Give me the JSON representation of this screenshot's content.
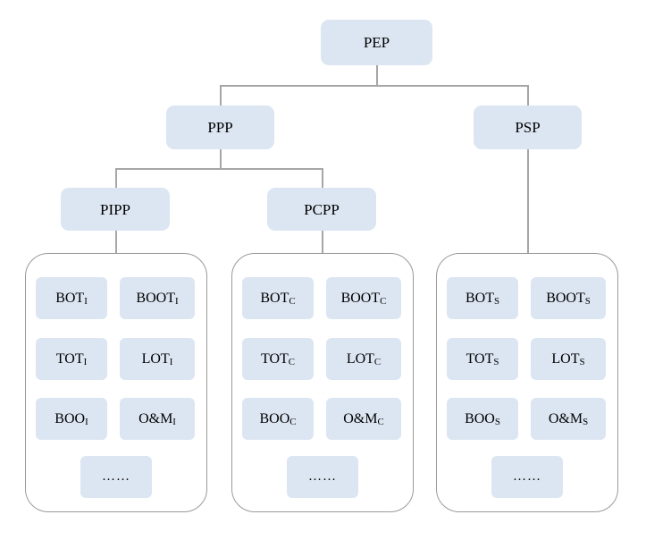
{
  "diagram": {
    "type": "hierarchy-tree",
    "colors": {
      "node_fill": "#dce6f2",
      "connector": "#a6a6a6",
      "group_border": "#9a9a9a",
      "background": "#ffffff",
      "text": "#000000"
    },
    "levels": {
      "root": {
        "label": "PEP"
      },
      "level2": [
        {
          "label": "PPP"
        },
        {
          "label": "PSP"
        }
      ],
      "level3": [
        {
          "label": "PIPP"
        },
        {
          "label": "PCPP"
        }
      ]
    },
    "groups": [
      {
        "parent": "PIPP",
        "subscript": "I",
        "items": [
          {
            "base": "BOT",
            "sub": "I"
          },
          {
            "base": "BOOT",
            "sub": "I"
          },
          {
            "base": "TOT",
            "sub": "I"
          },
          {
            "base": "LOT",
            "sub": "I"
          },
          {
            "base": "BOO",
            "sub": "I"
          },
          {
            "base": "O&M",
            "sub": "I"
          }
        ],
        "ellipsis": "……"
      },
      {
        "parent": "PCPP",
        "subscript": "C",
        "items": [
          {
            "base": "BOT",
            "sub": "C"
          },
          {
            "base": "BOOT",
            "sub": "C"
          },
          {
            "base": "TOT",
            "sub": "C"
          },
          {
            "base": "LOT",
            "sub": "C"
          },
          {
            "base": "BOO",
            "sub": "C"
          },
          {
            "base": "O&M",
            "sub": "C"
          }
        ],
        "ellipsis": "……"
      },
      {
        "parent": "PSP",
        "subscript": "S",
        "items": [
          {
            "base": "BOT",
            "sub": "S"
          },
          {
            "base": "BOOT",
            "sub": "S"
          },
          {
            "base": "TOT",
            "sub": "S"
          },
          {
            "base": "LOT",
            "sub": "S"
          },
          {
            "base": "BOO",
            "sub": "S"
          },
          {
            "base": "O&M",
            "sub": "S"
          }
        ],
        "ellipsis": "……"
      }
    ]
  }
}
